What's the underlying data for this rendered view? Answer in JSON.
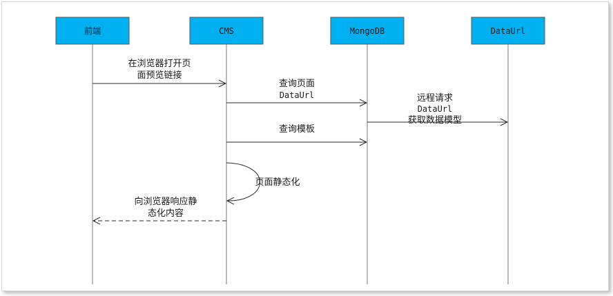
{
  "participants": [
    {
      "label": "前端"
    },
    {
      "label": "CMS"
    },
    {
      "label": "MongoDB"
    },
    {
      "label": "DataUrl"
    }
  ],
  "messages": [
    {
      "lines": [
        "在浏览器打开页",
        "面预览链接"
      ]
    },
    {
      "lines": [
        "查询页面",
        "DataUrl"
      ]
    },
    {
      "lines": [
        "远程请求",
        "DataUrl",
        "获取数据模型"
      ]
    },
    {
      "lines": [
        "查询模板"
      ]
    },
    {
      "lines": [
        "页面静态化"
      ]
    },
    {
      "lines": [
        "向浏览器响应静",
        "态化内容"
      ]
    }
  ],
  "colors": {
    "participant_fill": "#00b0f0"
  }
}
